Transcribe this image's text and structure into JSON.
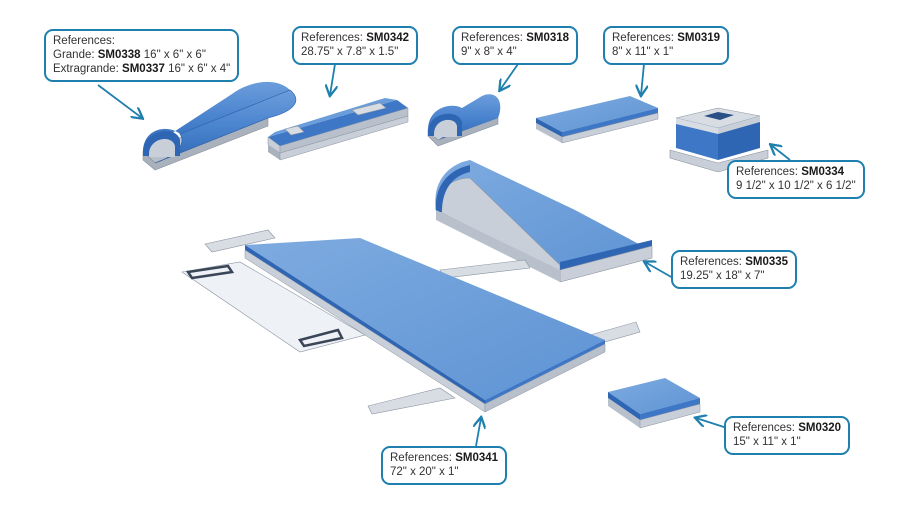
{
  "colors": {
    "accent": "#1f7fae",
    "pad_blue": "#4a86cf",
    "pad_top": "#6fa0da",
    "base_gray": "#c9cfd8"
  },
  "callouts": [
    {
      "id": "sm0338-sm0337",
      "title": "References:",
      "lines": [
        {
          "prefix": "Grande: ",
          "code": "SM0338",
          "dims": " 16\" x 6\" x 6\""
        },
        {
          "prefix": "Extragrande: ",
          "code": "SM0337",
          "dims": " 16\" x 6\" x 4\""
        }
      ]
    },
    {
      "id": "sm0342",
      "prefix": "References: ",
      "code": "SM0342",
      "dims": "28.75\" x 7.8\" x 1.5\""
    },
    {
      "id": "sm0318",
      "prefix": "References: ",
      "code": "SM0318",
      "dims": "9\" x 8\" x 4\""
    },
    {
      "id": "sm0319",
      "prefix": "References: ",
      "code": "SM0319",
      "dims": "8\" x 11\" x 1\""
    },
    {
      "id": "sm0334",
      "prefix": "References: ",
      "code": "SM0334",
      "dims": "9 1/2\" x 10 1/2\" x 6 1/2\""
    },
    {
      "id": "sm0335",
      "prefix": "References: ",
      "code": "SM0335",
      "dims": "19.25\" x 18\" x 7\""
    },
    {
      "id": "sm0341",
      "prefix": "References: ",
      "code": "SM0341",
      "dims": "72\" x 20\" x 1\""
    },
    {
      "id": "sm0320",
      "prefix": "References: ",
      "code": "SM0320",
      "dims": "15\" x 11\" x 1\""
    }
  ],
  "products": [
    {
      "name": "large-half-round-bolster",
      "shape": "half-round"
    },
    {
      "name": "arm-board-pad",
      "shape": "flat-with-straps"
    },
    {
      "name": "small-half-round-bolster",
      "shape": "half-round"
    },
    {
      "name": "small-flat-pad",
      "shape": "flat"
    },
    {
      "name": "head-donut-block",
      "shape": "square-ring"
    },
    {
      "name": "wedge-pad",
      "shape": "wedge"
    },
    {
      "name": "table-pad",
      "shape": "long-flat-with-straps"
    },
    {
      "name": "medium-flat-pad",
      "shape": "flat"
    }
  ]
}
